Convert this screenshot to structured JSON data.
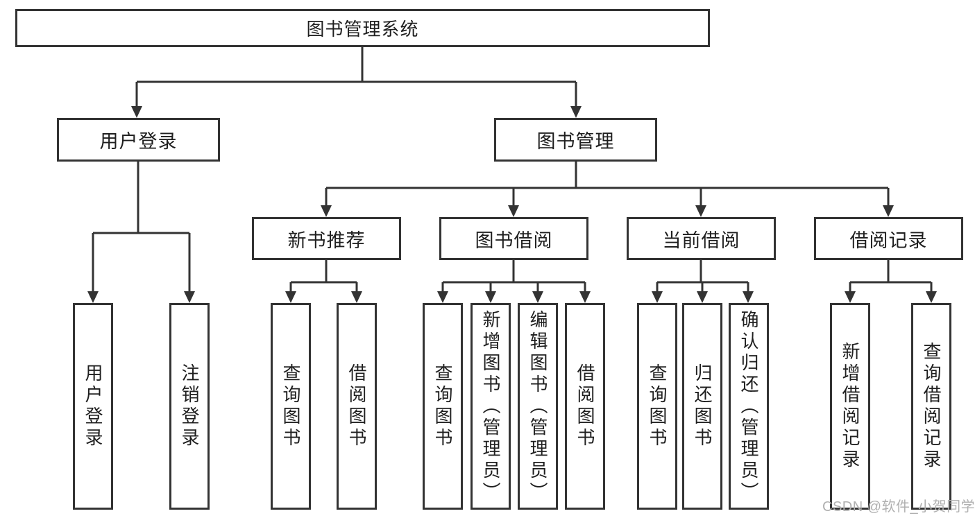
{
  "diagram": {
    "title": "图书管理系统",
    "level2": {
      "user_login": "用户登录",
      "book_management": "图书管理"
    },
    "level3": {
      "new_book_recommend": "新书推荐",
      "book_borrow": "图书借阅",
      "current_borrow": "当前借阅",
      "borrow_records": "借阅记录"
    },
    "leaves": {
      "user_login": [
        "用户登录",
        "注销登录"
      ],
      "new_book_recommend": [
        "查询图书",
        "借阅图书"
      ],
      "book_borrow": [
        "查询图书",
        "新增图书（管理员）",
        "编辑图书（管理员）",
        "借阅图书"
      ],
      "current_borrow": [
        "查询图书",
        "归还图书",
        "确认归还（管理员）"
      ],
      "borrow_records": [
        "新增借阅记录",
        "查询借阅记录"
      ]
    }
  },
  "watermark": "CSDN @软件_小贺同学",
  "colors": {
    "line": "#333333",
    "text": "#1f1f1f",
    "watermark": "#b0b0b0",
    "background": "#ffffff"
  }
}
